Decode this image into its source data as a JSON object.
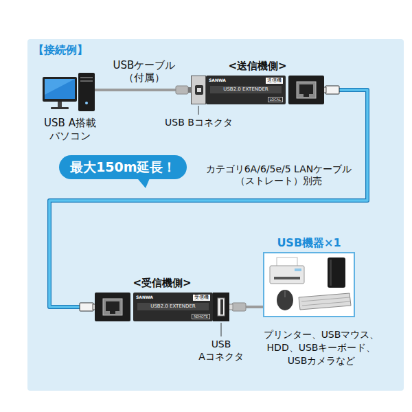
{
  "diagram": {
    "title": "【接続例】",
    "nodes": [
      {
        "text": [
          "USB A搭載 パソコン"
        ]
      },
      {
        "text": [
          "<送信機側>",
          "SANWA",
          "USB2.0 EXTENDER",
          "LOCAL",
          "送信機"
        ]
      },
      {
        "text": [
          "最大150m延長！"
        ]
      },
      {
        "text": [
          "<受信機側>",
          "SANWA",
          "USB2.0 EXTENDER",
          "REMOTE",
          "受信機"
        ]
      },
      {
        "text": [
          "USB機器×1"
        ]
      }
    ],
    "edges": [
      {
        "from": 0,
        "to": 1,
        "arrow": "none",
        "label": "USBケーブル （付属）"
      },
      {
        "from": 1,
        "to": 3,
        "arrow": "none",
        "label": "カテゴリ6A/6/5e/5 LANケーブル（ストレート）別売"
      },
      {
        "from": 3,
        "to": 4,
        "arrow": "none"
      }
    ],
    "labels": [
      "USB Bコネクタ",
      "USB Aコネクタ",
      "プリンター、USBマウス、HDD、USBキーボード、USBカメラなど"
    ]
  }
}
